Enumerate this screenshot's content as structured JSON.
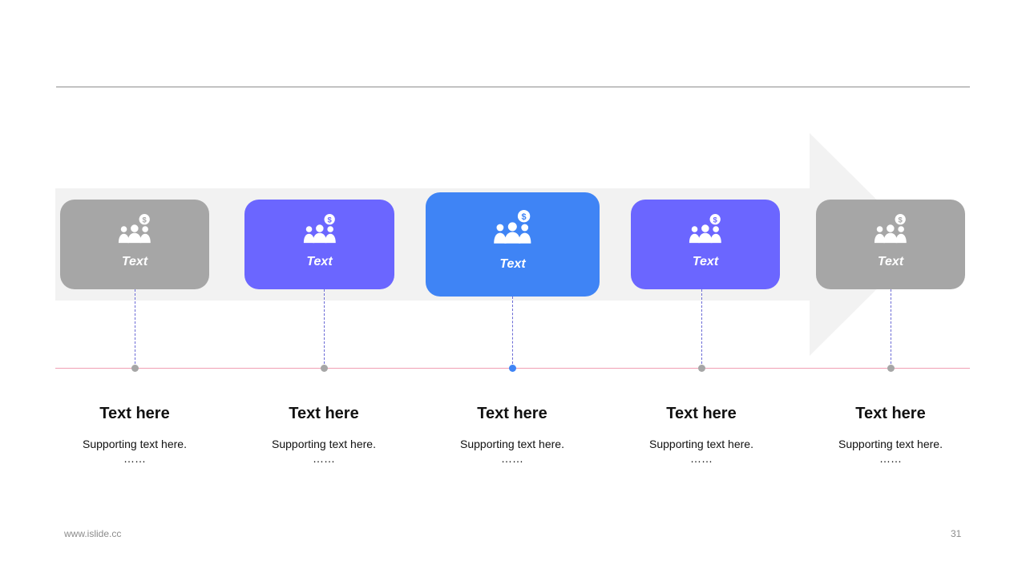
{
  "colors": {
    "gray": "#a6a6a6",
    "purple": "#6b66ff",
    "blue": "#3f84f5",
    "arrow": "#f2f2f2",
    "baseline": "#f0a0b4",
    "connector": "#6b6bd6"
  },
  "steps": [
    {
      "label": "Text",
      "heading": "Text here",
      "support": "Supporting text here.",
      "ellipsis": "……",
      "color": "#a6a6a6",
      "dot": "#a6a6a6",
      "icon": "people-money-icon"
    },
    {
      "label": "Text",
      "heading": "Text here",
      "support": "Supporting text here.",
      "ellipsis": "……",
      "color": "#6b66ff",
      "dot": "#a6a6a6",
      "icon": "people-money-icon"
    },
    {
      "label": "Text",
      "heading": "Text here",
      "support": "Supporting text here.",
      "ellipsis": "……",
      "color": "#3f84f5",
      "dot": "#3f84f5",
      "icon": "people-money-icon"
    },
    {
      "label": "Text",
      "heading": "Text here",
      "support": "Supporting text here.",
      "ellipsis": "……",
      "color": "#6b66ff",
      "dot": "#a6a6a6",
      "icon": "people-money-icon"
    },
    {
      "label": "Text",
      "heading": "Text here",
      "support": "Supporting text here.",
      "ellipsis": "……",
      "color": "#a6a6a6",
      "dot": "#a6a6a6",
      "icon": "people-money-icon"
    }
  ],
  "footer": {
    "url": "www.islide.cc",
    "page": "31"
  }
}
